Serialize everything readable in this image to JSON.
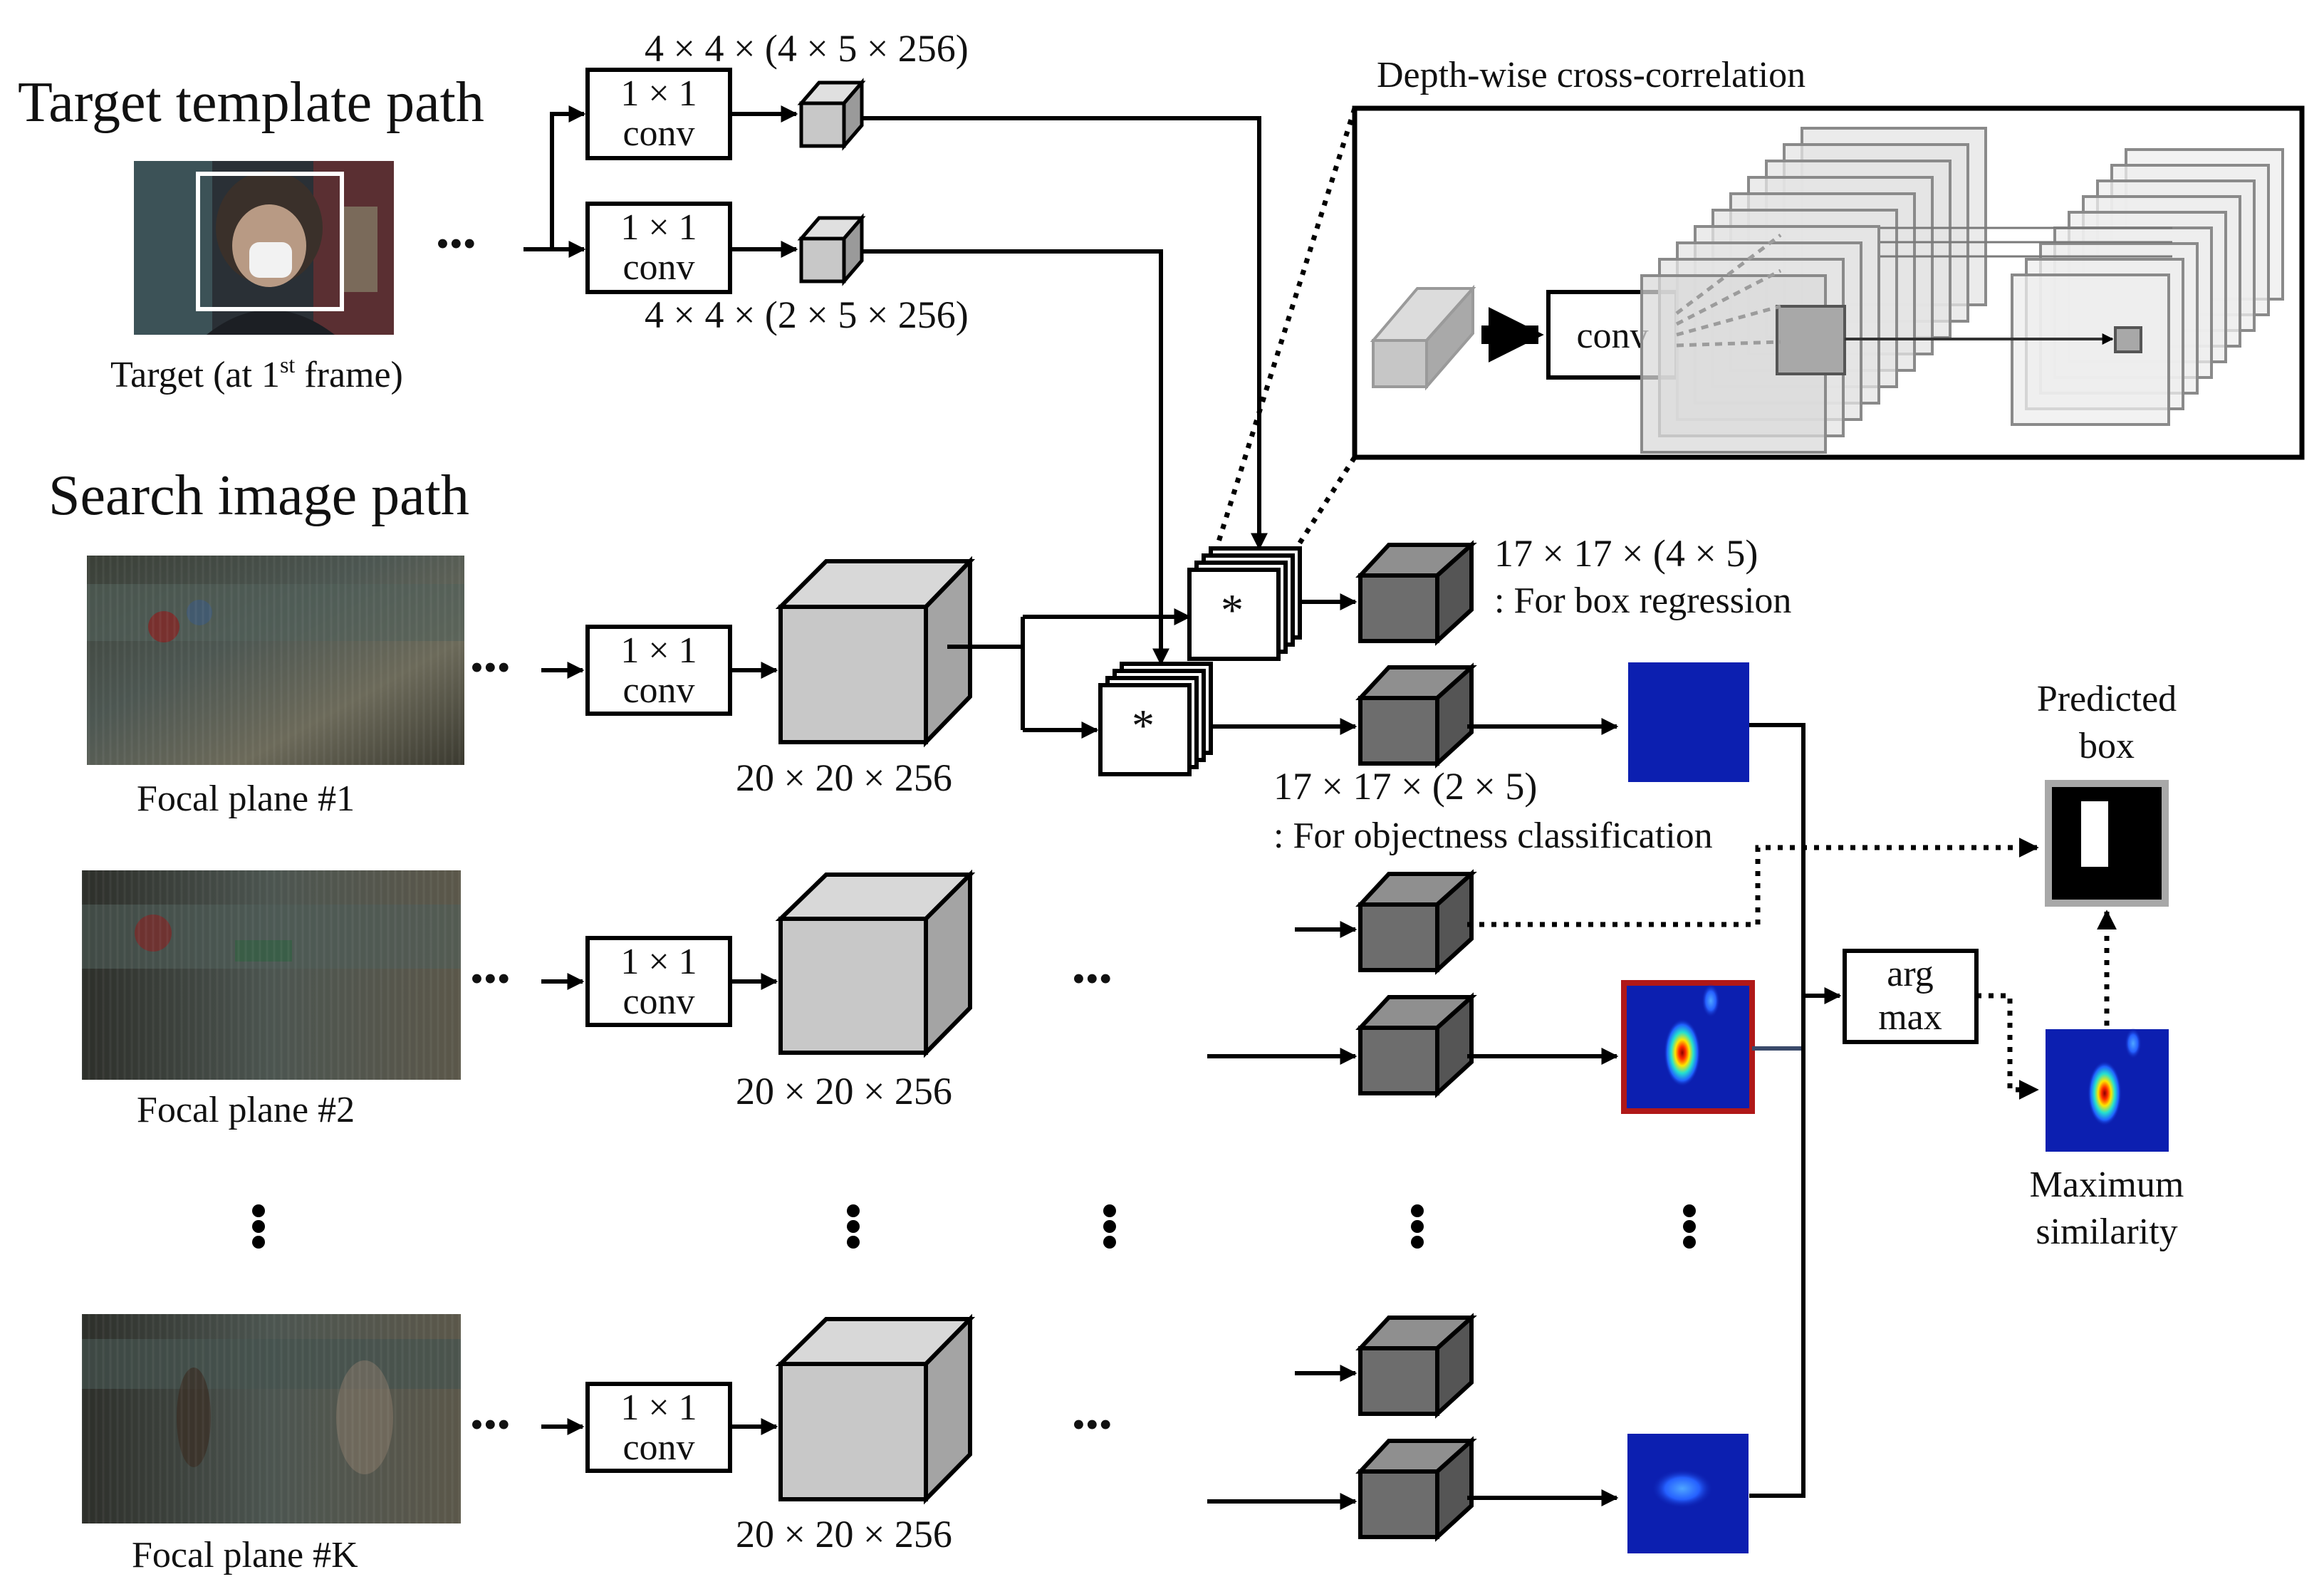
{
  "headings": {
    "template_path": "Target template path",
    "search_path": "Search image path"
  },
  "target": {
    "caption_prefix": "Target (at 1",
    "caption_sup": "st",
    "caption_suffix": " frame)"
  },
  "conv_block": {
    "line1": "1 × 1",
    "line2": "conv"
  },
  "template_features": {
    "upper_dim": "4 × 4 × (4 × 5 × 256)",
    "lower_dim": "4 × 4 × (2 × 5 × 256)"
  },
  "search_rows": [
    {
      "label": "Focal plane #1",
      "feature_dim": "20 × 20 × 256"
    },
    {
      "label": "Focal plane #2",
      "feature_dim": "20 × 20 × 256"
    },
    {
      "label": "Focal plane #K",
      "feature_dim": "20 × 20 × 256"
    }
  ],
  "ellipsis": "•••",
  "correlation_symbol": "*",
  "outputs": {
    "regression_dim": "17 × 17 × (4 × 5)",
    "regression_caption": ": For box regression",
    "classification_dim": "17 × 17 × (2 × 5)",
    "classification_caption": ": For objectness classification"
  },
  "inset": {
    "title": "Depth-wise cross-correlation",
    "conv_label": "conv"
  },
  "argmax": {
    "line1": "arg",
    "line2": "max"
  },
  "predicted_box": {
    "line1": "Predicted",
    "line2": "box"
  },
  "max_similarity": {
    "line1": "Maximum",
    "line2": "similarity"
  },
  "colors": {
    "cube_light_front": "#c8c8c8",
    "cube_dark_front": "#6d6d6d",
    "heatmap_blue": "#0a1aa8",
    "highlight_border": "#b01818",
    "predicted_box_frame": "#a8a8a8"
  }
}
